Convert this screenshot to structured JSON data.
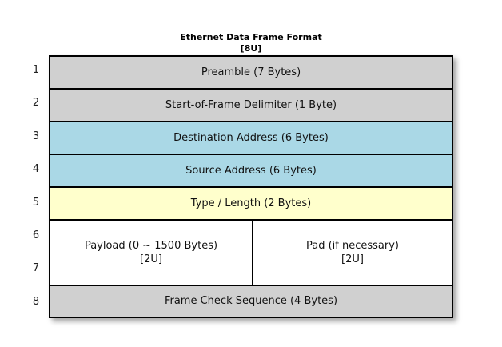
{
  "diagram": {
    "title": "Ethernet Data Frame Format",
    "subtitle": "[8U]",
    "colors": {
      "gray": "#d0d0d0",
      "blue": "#aad8e6",
      "yellow": "#ffffcc",
      "white": "#ffffff",
      "border": "#000000",
      "background": "#ffffff"
    },
    "row_numbers": [
      "1",
      "2",
      "3",
      "4",
      "5",
      "6",
      "7",
      "8"
    ],
    "fields": [
      {
        "number": "1",
        "label": "Preamble (7 Bytes)",
        "fill": "gray"
      },
      {
        "number": "2",
        "label": "Start-of-Frame Delimiter (1 Byte)",
        "fill": "gray"
      },
      {
        "number": "3",
        "label": "Destination Address (6 Bytes)",
        "fill": "blue"
      },
      {
        "number": "4",
        "label": "Source Address (6 Bytes)",
        "fill": "blue"
      },
      {
        "number": "5",
        "label": "Type / Length (2 Bytes)",
        "fill": "yellow"
      },
      {
        "number": "6-7",
        "fill": "white",
        "split": true,
        "left": {
          "label": "Payload (0 ~ 1500 Bytes)",
          "note": "[2U]"
        },
        "right": {
          "label": "Pad (if necessary)",
          "note": "[2U]"
        }
      },
      {
        "number": "8",
        "label": "Frame Check Sequence (4 Bytes)",
        "fill": "gray"
      }
    ]
  }
}
